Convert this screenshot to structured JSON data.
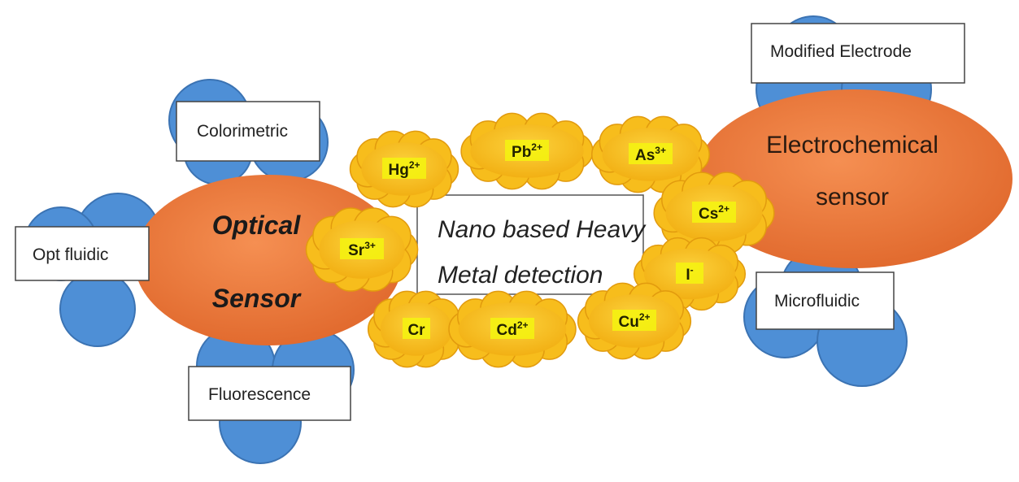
{
  "diagram": {
    "center": {
      "line1": "Nano based Heavy",
      "line2": "Metal detection"
    },
    "optical": {
      "line1": "Optical",
      "line2": "Sensor",
      "methods": {
        "colorimetric": "Colorimetric",
        "opt_fluidic": "Opt fluidic",
        "fluorescence": "Fluorescence"
      }
    },
    "electrochemical": {
      "line1": "Electrochemical",
      "line2": "sensor",
      "methods": {
        "modified_electrode": "Modified Electrode",
        "microfluidic": "Microfluidic"
      }
    },
    "ions": {
      "hg": {
        "symbol": "Hg",
        "charge": "2+"
      },
      "pb": {
        "symbol": "Pb",
        "charge": "2+"
      },
      "as": {
        "symbol": "As",
        "charge": "3+"
      },
      "cs": {
        "symbol": "Cs",
        "charge": "2+"
      },
      "i": {
        "symbol": "I",
        "charge": "-"
      },
      "sr": {
        "symbol": "Sr",
        "charge": "3+"
      },
      "cr": {
        "symbol": "Cr",
        "charge": ""
      },
      "cd": {
        "symbol": "Cd",
        "charge": "2+"
      },
      "cu": {
        "symbol": "Cu",
        "charge": "2+"
      }
    }
  },
  "colors": {
    "hub_orange": "#e8743a",
    "cloud_yellow": "#f7bd1c",
    "bubble_blue": "#4e8fd6",
    "highlight": "#f4f40f"
  }
}
